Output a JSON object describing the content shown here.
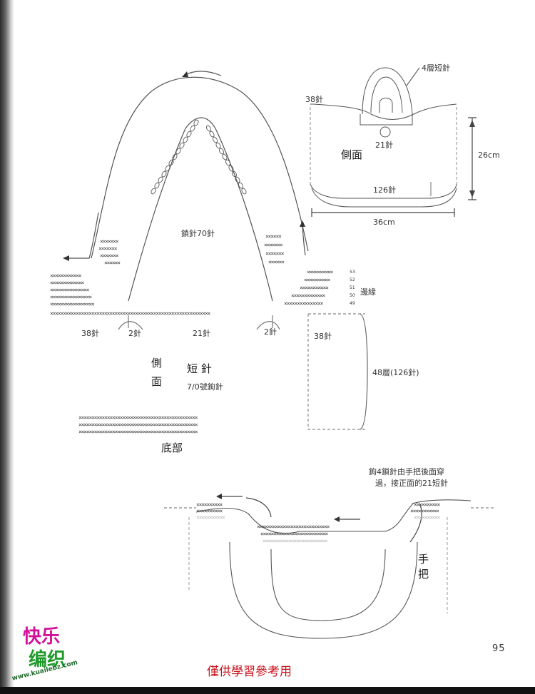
{
  "labels": {
    "small_side_label": "側面",
    "rows_4_sc": "4層短針",
    "st_38_top": "38針",
    "st_21_top": "21針",
    "st_126_top": "126針",
    "dim_26cm": "26cm",
    "dim_36cm": "36cm",
    "chain_70": "鎖針70針",
    "row_53": "53",
    "row_52": "52",
    "row_51": "51",
    "row_50": "50",
    "row_49": "49",
    "edging": "邊緣",
    "st_38_left": "38針",
    "st_2_left": "2針",
    "st_21_mid": "21針",
    "st_2_right": "2針",
    "st_38_right": "38針",
    "side_1": "側",
    "side_2": "面",
    "short_stitch": "短 針",
    "hook_size": "7/0號鉤針",
    "rows_48": "48層(126針)",
    "bottom": "底部",
    "note_line1": "鉤4鎖針由手把後面穿",
    "note_line2": "過，接正面的21短針",
    "handle_1": "手",
    "handle_2": "把",
    "page_number": "95",
    "watermark_1": "快乐",
    "watermark_2": "编织",
    "watermark_url": "www.kuailebz.com",
    "footer_note": "僅供學習參考用"
  },
  "colors": {
    "ink": "#333333",
    "watermark_magenta": "#d0119a",
    "watermark_green": "#1f9a2a",
    "footer_red": "#c8141e"
  }
}
